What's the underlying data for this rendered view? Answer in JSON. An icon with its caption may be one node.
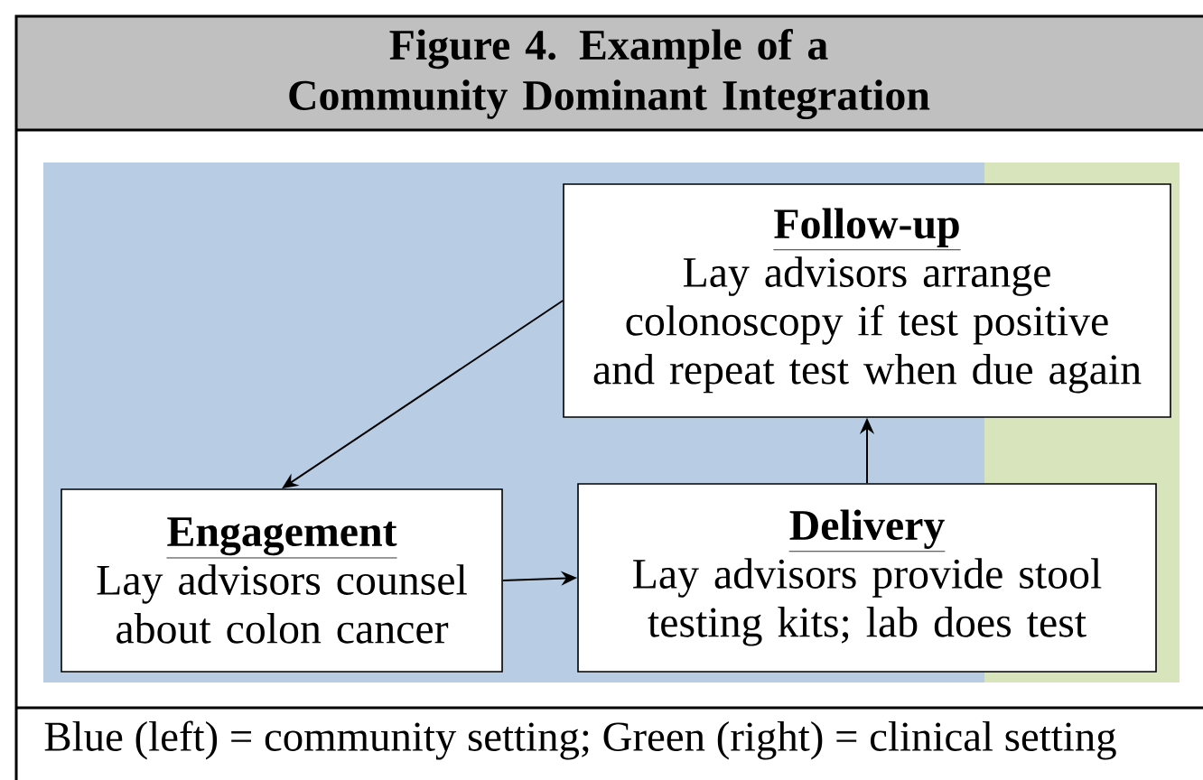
{
  "diagram": {
    "title": "Figure 4. Example of a Community Dominant Integration",
    "caption": "Blue (left) = community setting; Green (right) = clinical setting",
    "nodes": [
      {
        "text": [
          "Follow-up",
          "Lay advisors arrange colonoscopy if test positive and repeat test when due again"
        ]
      },
      {
        "text": [
          "Engagement",
          "Lay advisors counsel about colon cancer"
        ]
      },
      {
        "text": [
          "Delivery",
          "Lay advisors provide stool testing kits; lab does test"
        ]
      }
    ],
    "edges": [
      {
        "from": 0,
        "to": 1,
        "arrow": "to"
      },
      {
        "from": 1,
        "to": 2,
        "arrow": "to"
      },
      {
        "from": 2,
        "to": 0,
        "arrow": "to"
      }
    ]
  }
}
